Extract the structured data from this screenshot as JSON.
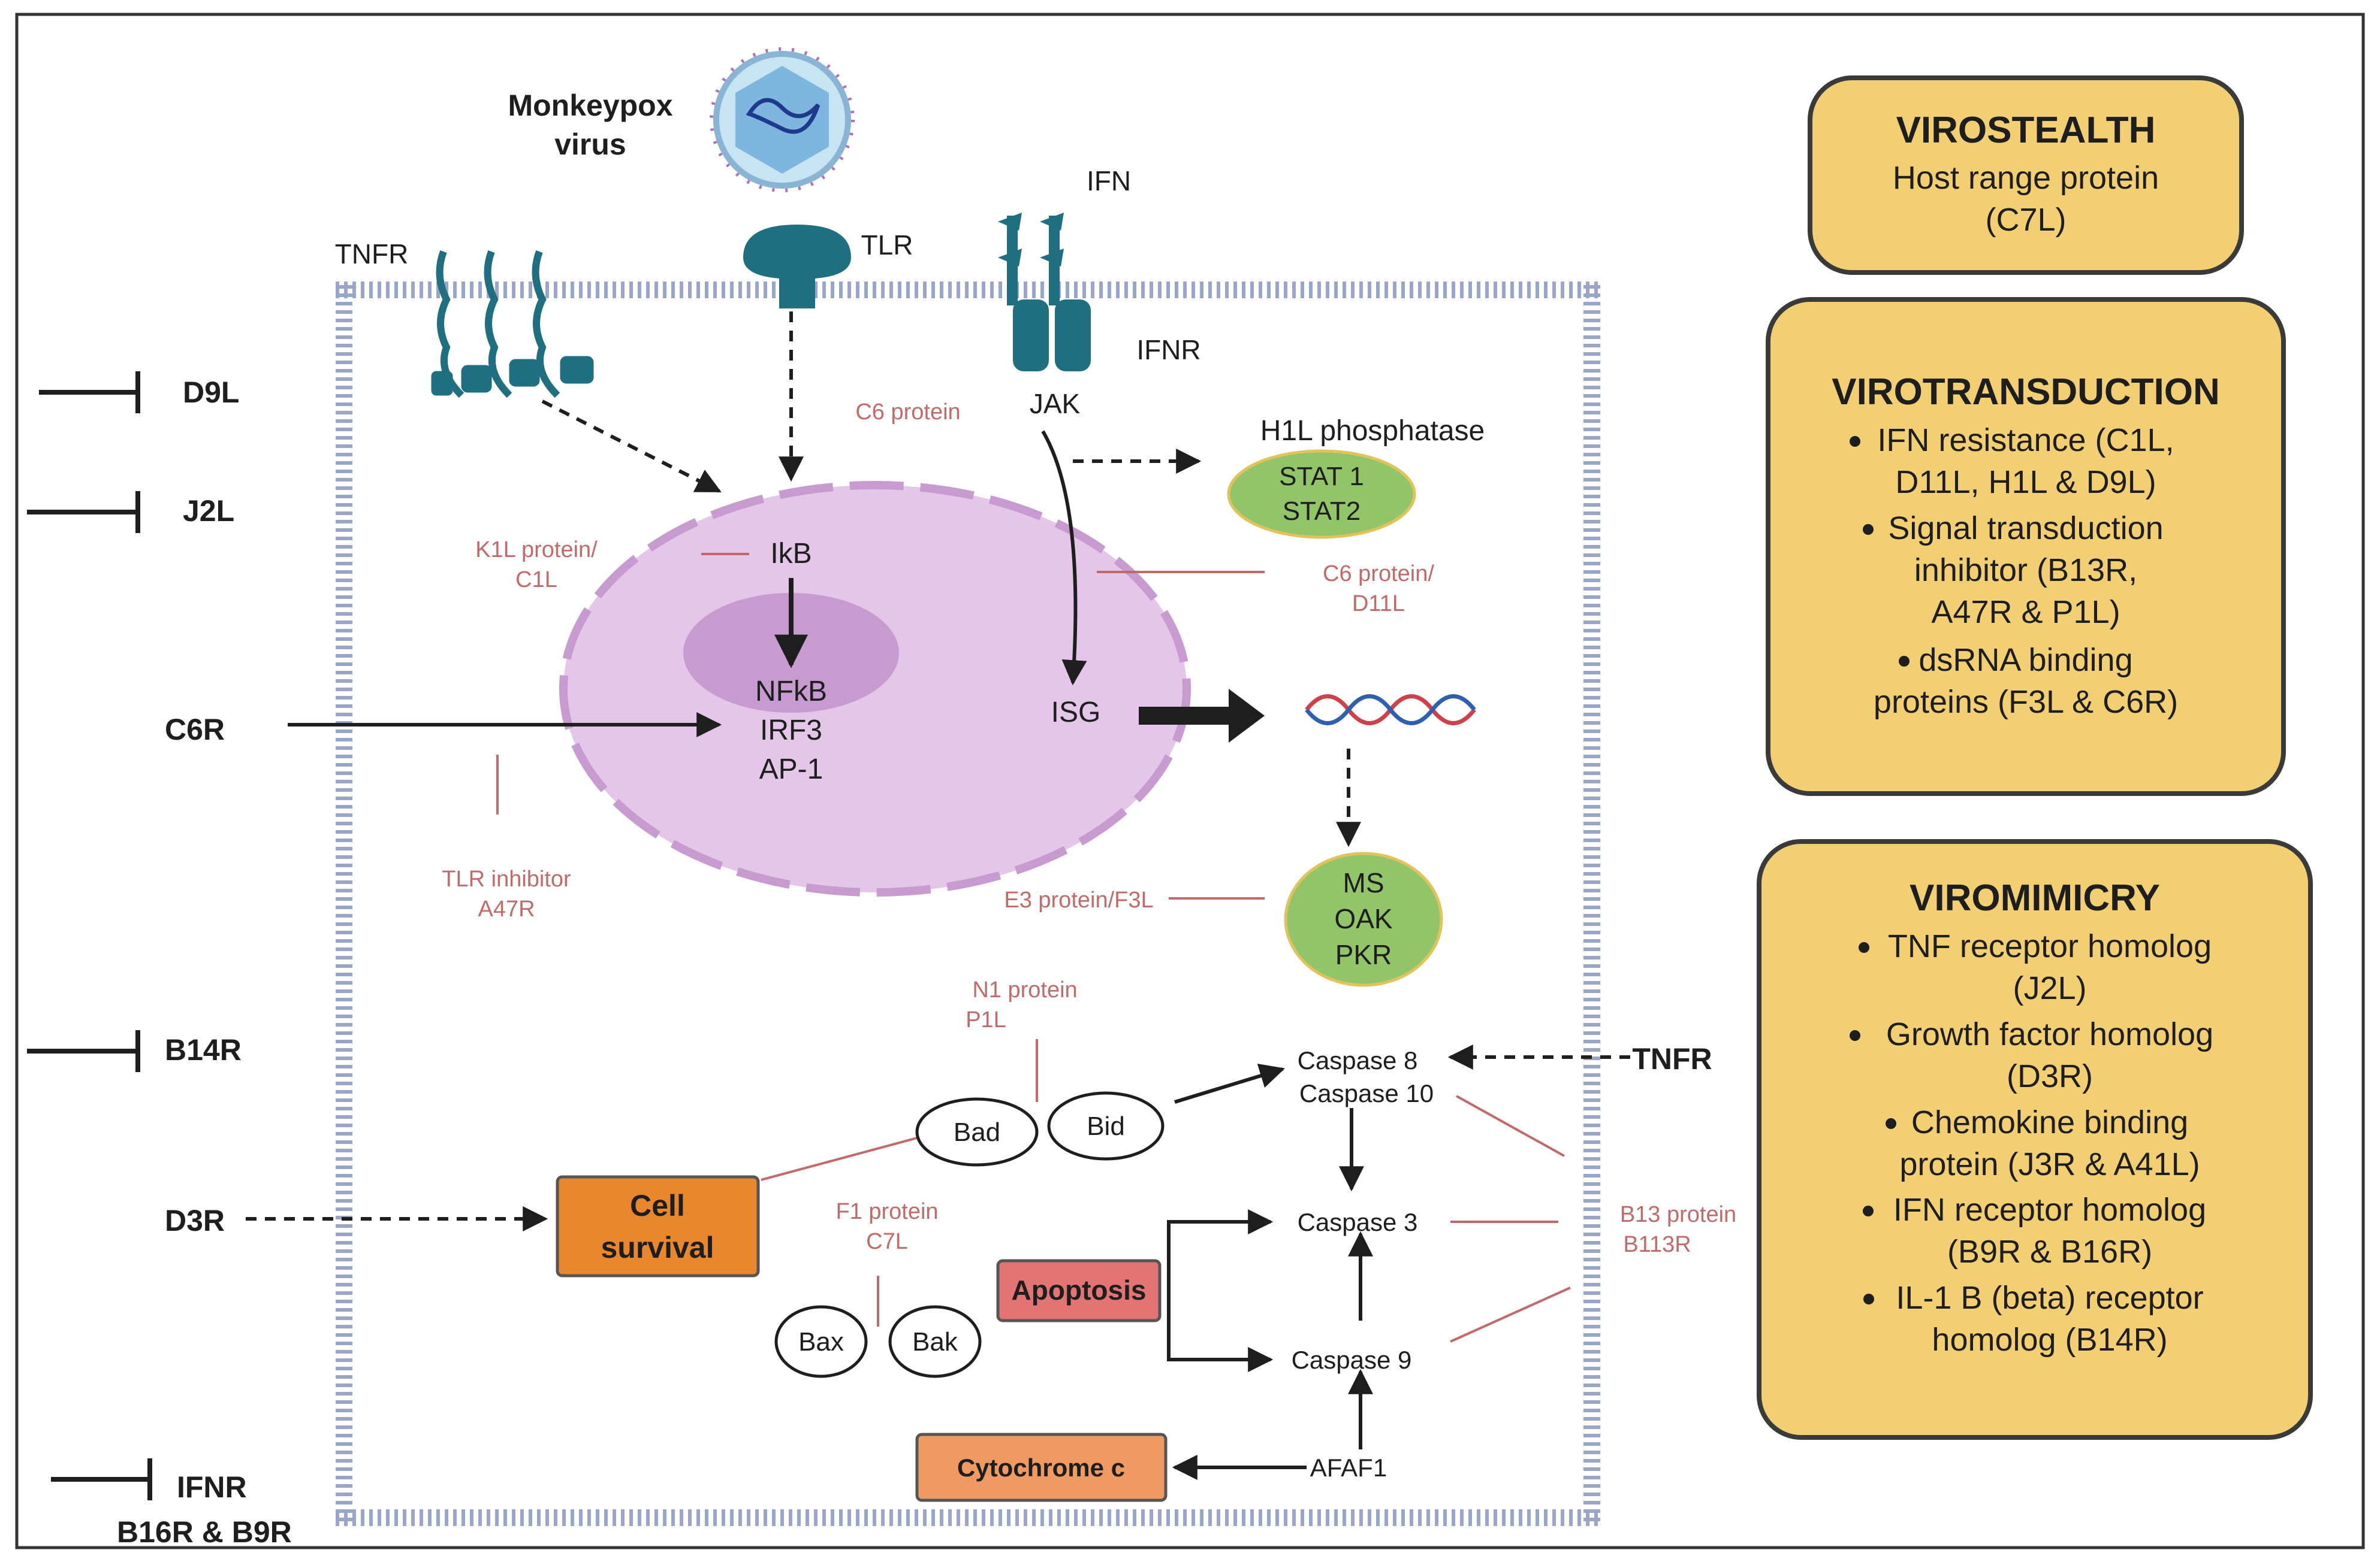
{
  "virus": {
    "line1": "Monkeypox",
    "line2": "virus"
  },
  "receptors": {
    "tnfr": "TNFR",
    "tlr": "TLR",
    "ifn": "IFN",
    "ifnr": "IFNR",
    "jak": "JAK"
  },
  "left_inhibitors": {
    "d9l": "D9L",
    "j2l": "J2L",
    "c6r": "C6R",
    "b14r": "B14R",
    "d3r": "D3R",
    "ifnr_line1": "IFNR",
    "ifnr_line2": "B16R & B9R"
  },
  "nucleus": {
    "ikb": "IkB",
    "nfkb": "NFkB",
    "irf3": "IRF3",
    "ap1": "AP-1",
    "isg": "ISG"
  },
  "stat": {
    "title": "H1L phosphatase",
    "line1": "STAT 1",
    "line2": "STAT2"
  },
  "ms": {
    "line1": "MS",
    "line2": "OAK",
    "line3": "PKR"
  },
  "viral_labels": {
    "c6_protein": "C6 protein",
    "k1l_line1": "K1L protein/",
    "k1l_line2": "C1L",
    "c6_d11l_line1": "C6 protein/",
    "c6_d11l_line2": "D11L",
    "tlr_inh_line1": "TLR inhibitor",
    "tlr_inh_line2": "A47R",
    "e3": "E3 protein/F3L",
    "n1_line1": "N1 protein",
    "n1_line2": "P1L",
    "f1_line1": "F1 protein",
    "f1_line2": "C7L",
    "b13_line1": "B13 protein",
    "b13_line2": "B113R"
  },
  "apoptosis": {
    "bad": "Bad",
    "bid": "Bid",
    "bax": "Bax",
    "bak": "Bak",
    "caspase8": "Caspase 8",
    "caspase10": "Caspase 10",
    "caspase3": "Caspase 3",
    "caspase9": "Caspase 9",
    "afaf1": "AFAF1",
    "tnfr": "TNFR",
    "cell_survival_line1": "Cell",
    "cell_survival_line2": "survival",
    "apoptosis": "Apoptosis",
    "cytochrome": "Cytochrome c"
  },
  "panels": {
    "virostealth": {
      "title": "VIROSTEALTH",
      "line1": "Host range protein",
      "line2": "(C7L)"
    },
    "virotransduction": {
      "title": "VIROTRANSDUCTION",
      "lines": [
        "IFN resistance (C1L,",
        "D11L, H1L & D9L)",
        "Signal transduction",
        "inhibitor (B13R,",
        "A47R & P1L)",
        "dsRNA binding",
        "proteins (F3L & C6R)"
      ]
    },
    "viromimicry": {
      "title": "VIROMIMICRY",
      "lines": [
        "TNF receptor homolog",
        "(J2L)",
        "Growth factor homolog",
        "(D3R)",
        "Chemokine binding",
        "protein (J3R & A41L)",
        "IFN receptor homolog",
        "(B9R & B16R)",
        "IL-1 B (beta) receptor",
        "homolog (B14R)"
      ]
    }
  },
  "colors": {
    "panel_fill": "#f3cf73",
    "panel_border": "#3a3a3a",
    "nucleus_fill": "#e3c6e8",
    "nucleolus": "#c79bd0",
    "receptor": "#1f6f80",
    "stat_green": "#92c46a",
    "cell_border": "#9aa6c8",
    "inhibitor_red": "#c26a6a",
    "cell_survival": "#e9872c",
    "apoptosis_box": "#e27474",
    "cytochrome_box": "#ee9a62"
  }
}
